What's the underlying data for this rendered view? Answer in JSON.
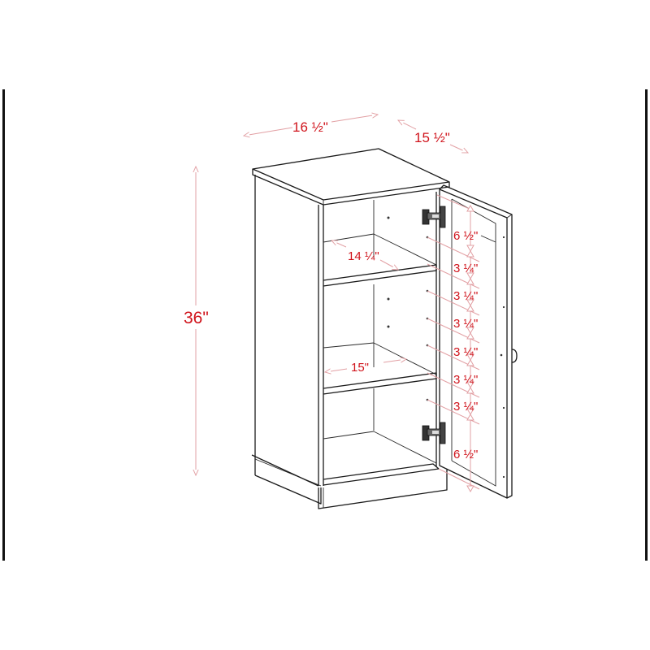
{
  "diagram": {
    "subject": "Single-door storage cabinet with adjustable shelves",
    "accent_color": "#d0141c",
    "dimension_line_color": "#e2a0a4",
    "outline_color": "#1a1a1a",
    "dimensions": {
      "width": "16 ½\"",
      "depth": "15 ½\"",
      "height": "36\"",
      "shelf_depth": "14 ¼\"",
      "shelf_width": "15\"",
      "door_top_gap": "6 ½\"",
      "shelf_spacings": [
        "3 ¼\"",
        "3 ¼\"",
        "3 ¼\"",
        "3 ¼\"",
        "3 ¼\"",
        "3 ¼\""
      ],
      "door_bottom_gap": "6 ½\""
    }
  }
}
